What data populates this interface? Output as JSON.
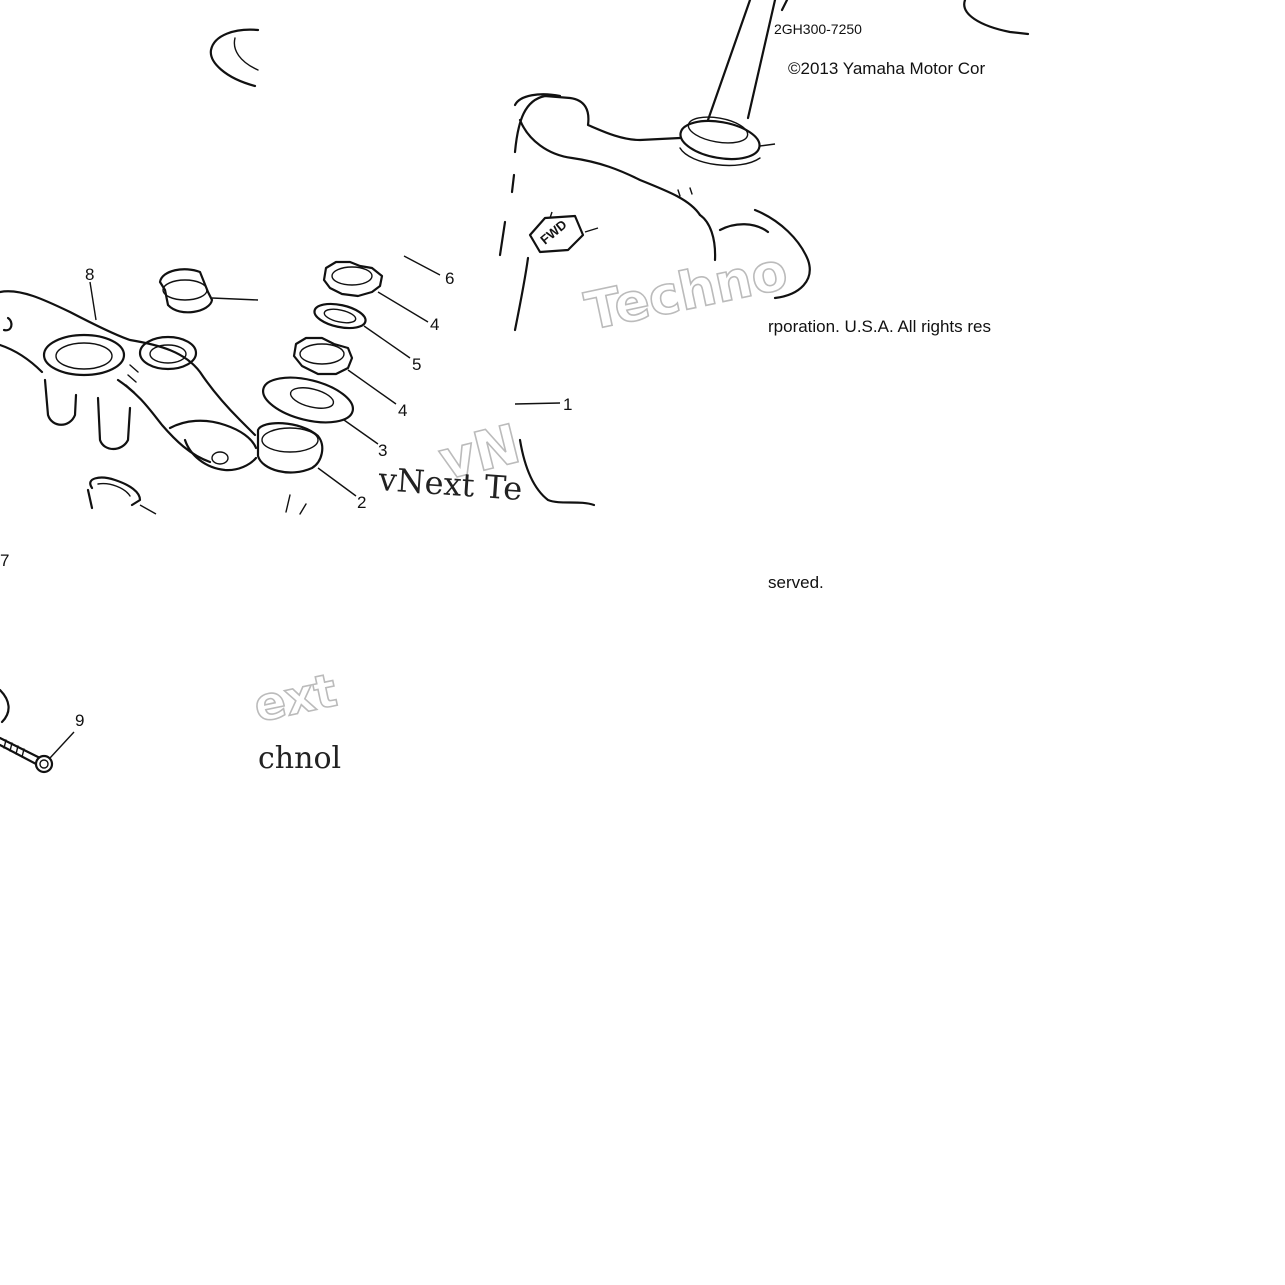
{
  "diagram": {
    "part_code": "2GH300-7250",
    "copyright_line1": "©2013 Yamaha Motor Cor",
    "copyright_line2": "rporation. U.S.A. All rights res",
    "copyright_line3": "served.",
    "fwd_marking": "FWD",
    "callouts": [
      {
        "id": "c8",
        "text": "8"
      },
      {
        "id": "c6",
        "text": "6"
      },
      {
        "id": "c4a",
        "text": "4"
      },
      {
        "id": "c5",
        "text": "5"
      },
      {
        "id": "c4b",
        "text": "4"
      },
      {
        "id": "c3",
        "text": "3"
      },
      {
        "id": "c2",
        "text": "2"
      },
      {
        "id": "c1",
        "text": "1"
      },
      {
        "id": "c7",
        "text": "7"
      },
      {
        "id": "c9",
        "text": "9"
      }
    ],
    "watermarks": {
      "techno_outline": "Techno",
      "vnext_serif": "vNext Te",
      "vn_outline": "vN",
      "ext_outline": "ext",
      "chnol_serif": "chnol"
    }
  }
}
